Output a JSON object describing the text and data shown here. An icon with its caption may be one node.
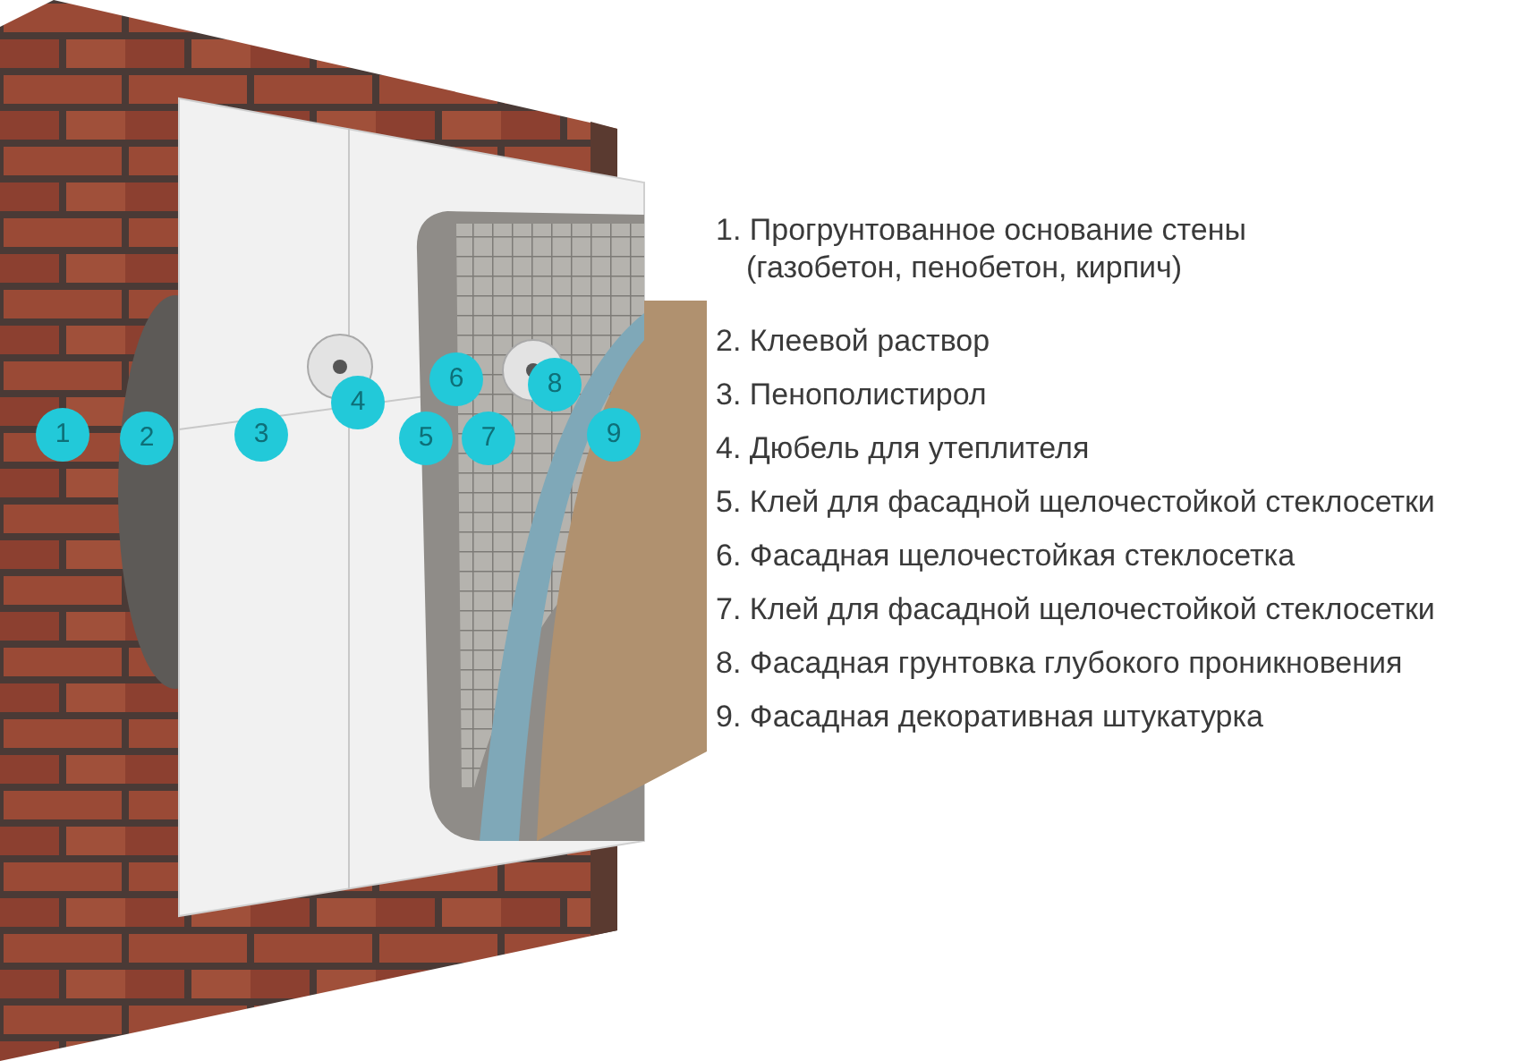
{
  "diagram": {
    "labels": [
      "1",
      "2",
      "3",
      "4",
      "5",
      "6",
      "7",
      "8",
      "9",
      "1. Прогрунтованное основание стены (газобетон, пенобетон, кирпич)",
      "2. Клеевой раствор",
      "3. Пенополистирол",
      "4. Дюбель для утеплителя",
      "5. Клей для фасадной щелочестойкой стеклосетки",
      "6. Фасадная щелочестойкая стеклосетка",
      "7. Клей для фасадной щелочестойкой стеклосетки",
      "8. Фасадная грунтовка глубокого проникновения",
      "9. Фасадная декоративная штукатурка"
    ]
  }
}
